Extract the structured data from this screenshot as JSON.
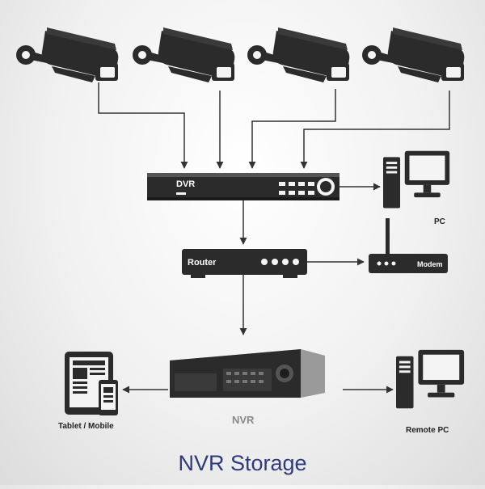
{
  "devices": {
    "dvr": "DVR",
    "pc": "PC",
    "router": "Router",
    "modem": "Modem",
    "tablet_mobile": "Tablet / Mobile",
    "nvr": "NVR",
    "remote_pc": "Remote PC"
  },
  "title": "NVR Storage",
  "colors": {
    "device_dark": "#2b2b2b",
    "line": "#333333",
    "title": "#2e3a7a"
  }
}
